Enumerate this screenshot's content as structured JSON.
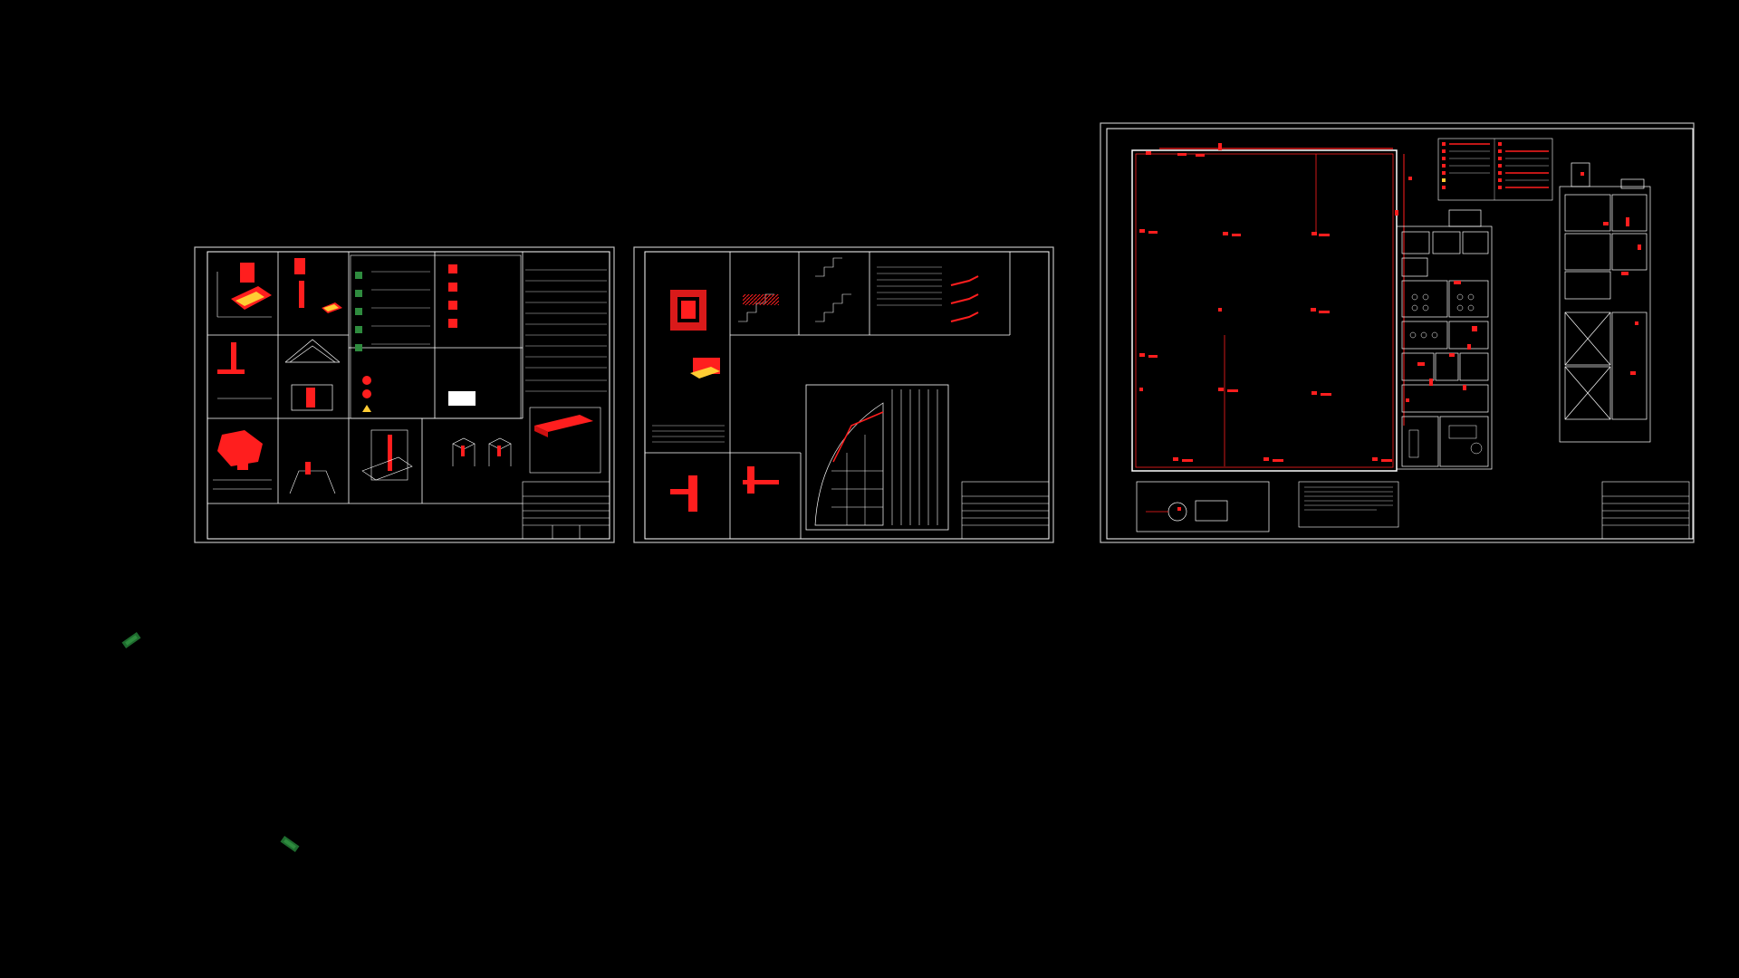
{
  "window": {
    "background": "#000000",
    "description_icon_names": [
      "drawing-sheet",
      "green-marker"
    ]
  },
  "colors": {
    "linework": "#ffffff",
    "accent_red": "#ff1e1e",
    "marker_green": "#2e8b3e",
    "border_gray": "#bdbdbd",
    "background": "#000000"
  },
  "sheets": [
    {
      "id": "sheet-1",
      "kind": "details-and-legend",
      "has_title_block": true
    },
    {
      "id": "sheet-2",
      "kind": "details-and-site-plan",
      "has_title_block": true
    },
    {
      "id": "sheet-3",
      "kind": "floor-plan",
      "has_title_block": true
    }
  ],
  "markers": [
    {
      "id": "marker-1",
      "icon": "green-marker"
    },
    {
      "id": "marker-2",
      "icon": "green-marker"
    }
  ]
}
